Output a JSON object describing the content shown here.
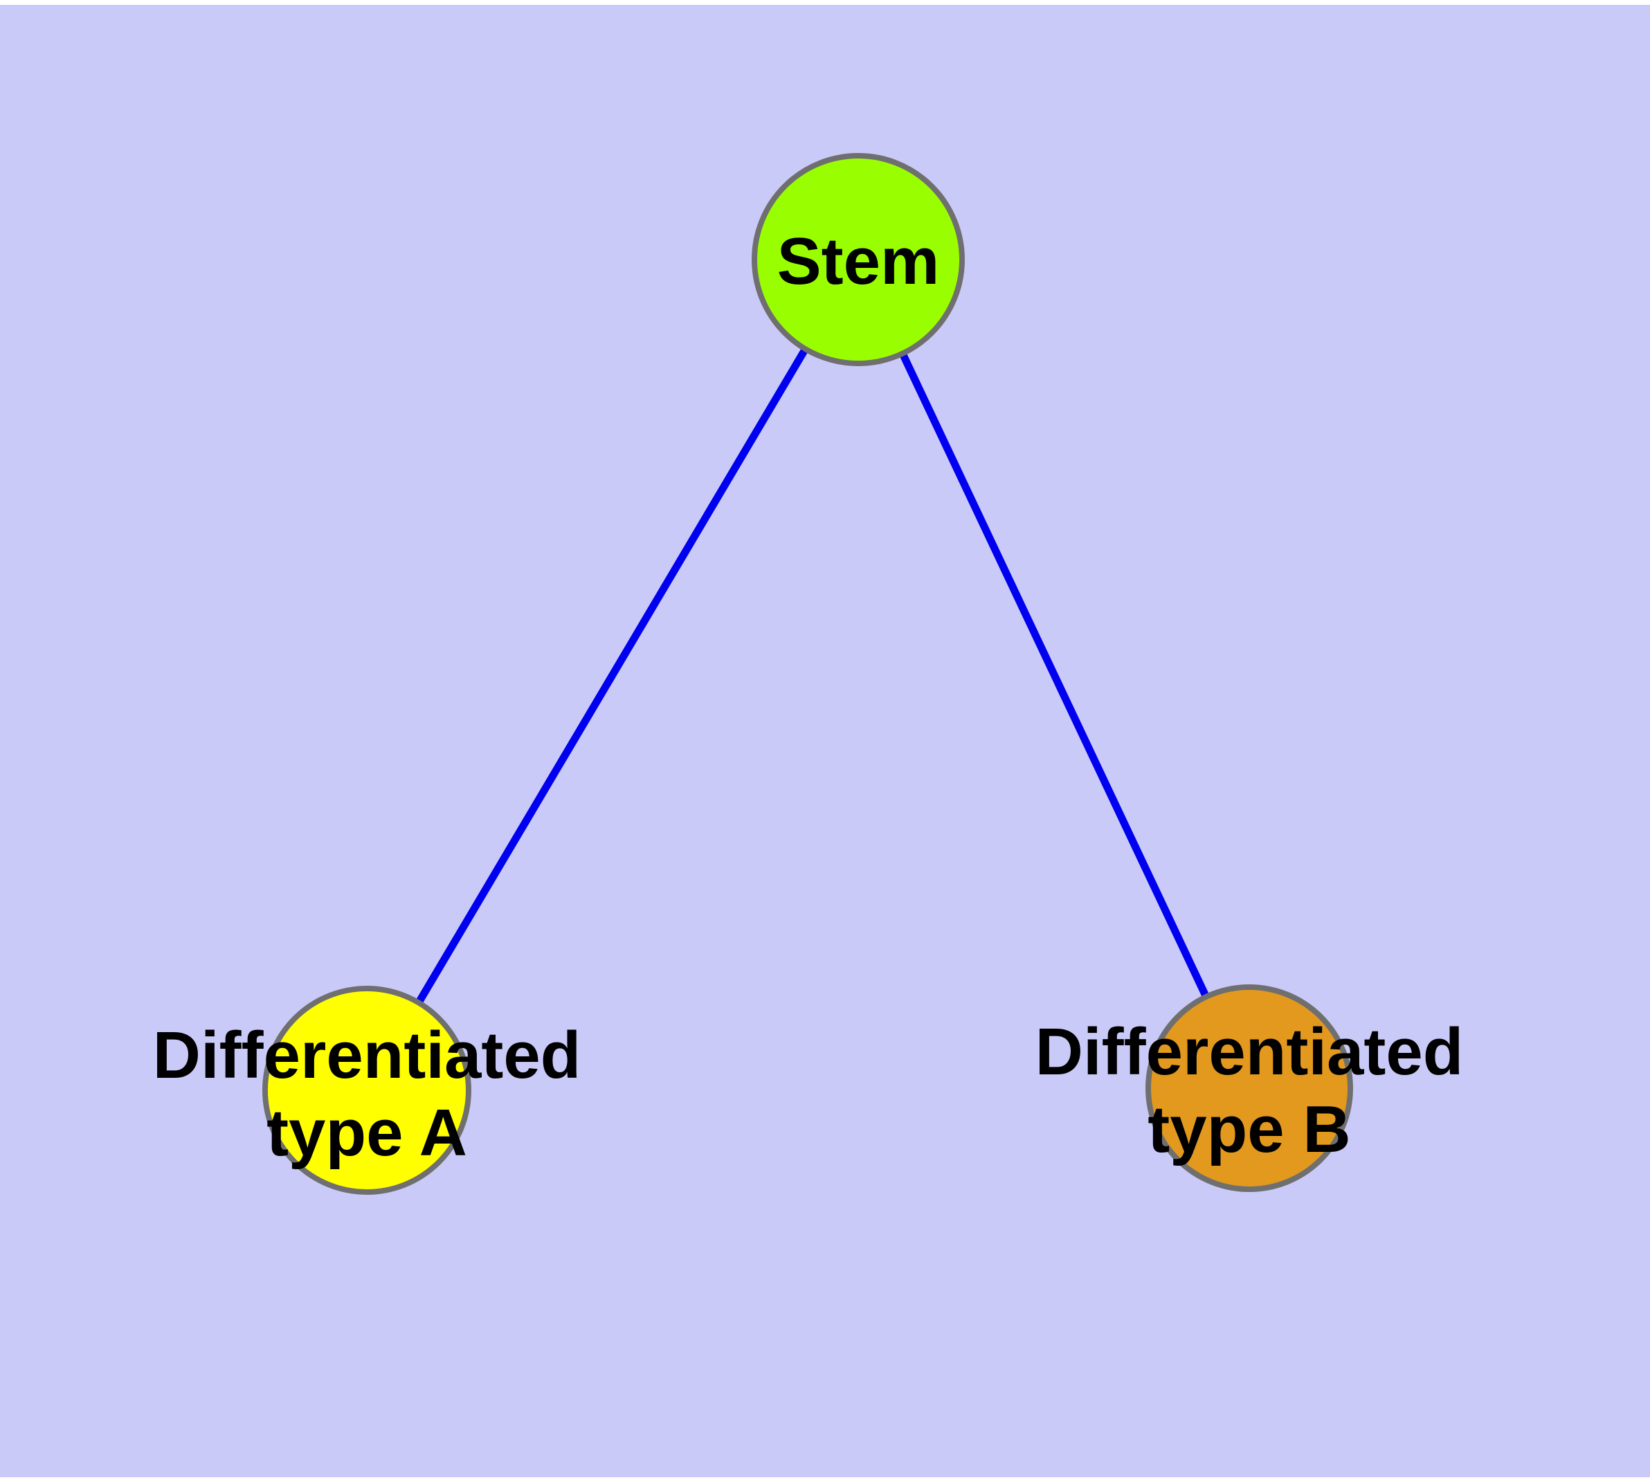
{
  "diagram": {
    "type": "node-link-graph",
    "background_color": "#CACAF8",
    "frame_color": "#FFFFFF",
    "edge_color": "#0000F0",
    "node_border_color": "#6F6F6F",
    "label_color": "#000000",
    "nodes": [
      {
        "id": "stem",
        "label": "Stem",
        "color": "#99FF00"
      },
      {
        "id": "differentiated-type-a",
        "label": "Differentiated type A",
        "label_line1": "Differentiated",
        "label_line2": "type A",
        "color": "#FFFF00"
      },
      {
        "id": "differentiated-type-b",
        "label": "Differentiated type B",
        "label_line1": "Differentiated",
        "label_line2": "type B",
        "color": "#E2991E"
      }
    ],
    "edges": [
      {
        "from": "stem",
        "to": "differentiated-type-a"
      },
      {
        "from": "stem",
        "to": "differentiated-type-b"
      }
    ]
  }
}
